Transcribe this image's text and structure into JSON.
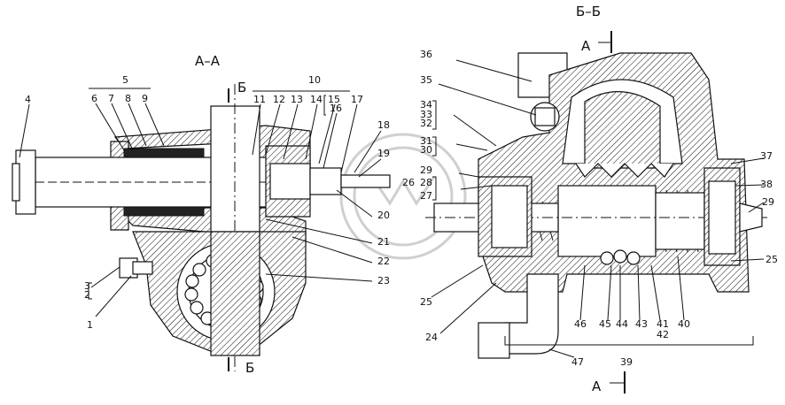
{
  "sections": {
    "aa": "А–А",
    "bb": "Б–Б",
    "a_top": "А",
    "a_bottom": "А",
    "b_top": "Б",
    "b_bottom": "Б"
  },
  "left_labels": {
    "l1": "1",
    "l2": "2",
    "l3": "3",
    "l4": "4",
    "l5": "5",
    "l6": "6",
    "l7": "7",
    "l8": "8",
    "l9": "9",
    "l10": "10",
    "l11": "11",
    "l12": "12",
    "l13": "13",
    "l14": "14",
    "l15": "15",
    "l16": "16",
    "l17": "17",
    "l18": "18",
    "l19": "19",
    "l20": "20",
    "l21": "21",
    "l22": "22",
    "l23": "23"
  },
  "right_labels": {
    "l24": "24",
    "l25a": "25",
    "l25b": "25",
    "l26": "26",
    "l27": "27",
    "l28": "28",
    "l29a": "29",
    "l29b": "29",
    "l30": "30",
    "l31": "31",
    "l32": "32",
    "l33": "33",
    "l34": "34",
    "l35": "35",
    "l36": "36",
    "l37": "37",
    "l38": "38",
    "l39": "39",
    "l40": "40",
    "l41": "41",
    "l42": "42",
    "l43": "43",
    "l44": "44",
    "l45": "45",
    "l46": "46",
    "l47": "47"
  }
}
